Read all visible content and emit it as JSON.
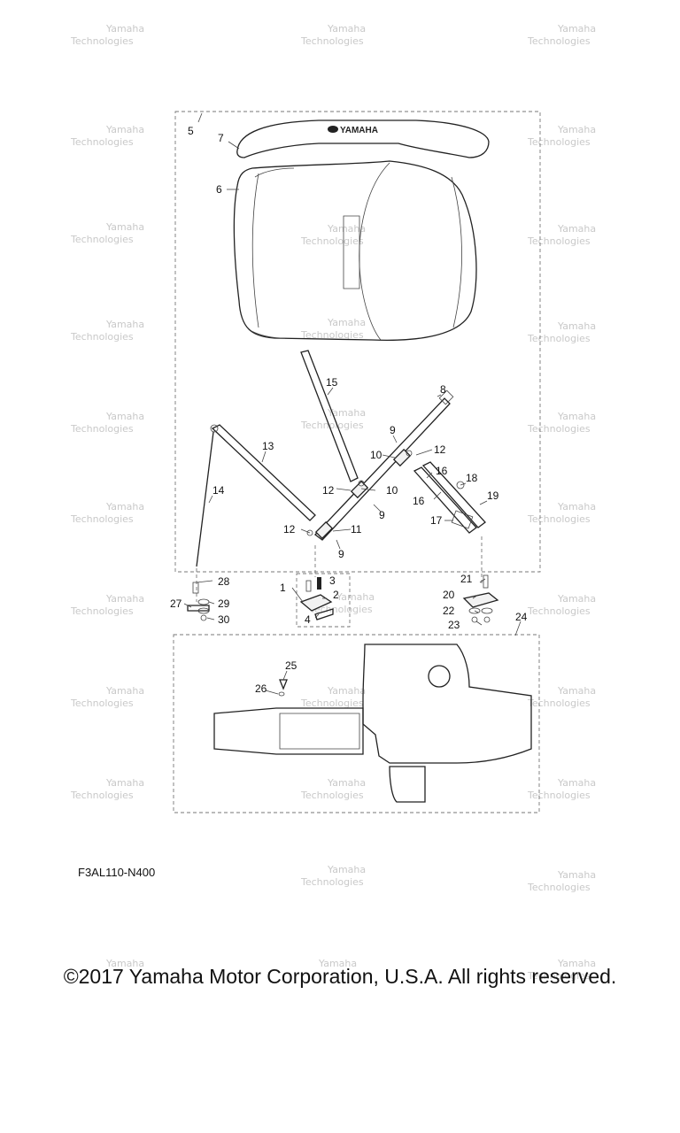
{
  "brand_logo_text": "YAMAHA",
  "watermark": {
    "line1": "Yamaha",
    "line2": "Technologies"
  },
  "model_code": "F3AL110-N400",
  "copyright": "©2017 Yamaha Motor Corporation, U.S.A. All rights reserved.",
  "callouts": {
    "c1": "1",
    "c2": "2",
    "c3": "3",
    "c4": "4",
    "c5": "5",
    "c6": "6",
    "c7": "7",
    "c8": "8",
    "c9a": "9",
    "c9b": "9",
    "c9c": "9",
    "c10a": "10",
    "c10b": "10",
    "c11": "11",
    "c12a": "12",
    "c12b": "12",
    "c12c": "12",
    "c13": "13",
    "c14": "14",
    "c15": "15",
    "c16a": "16",
    "c16b": "16",
    "c17": "17",
    "c18": "18",
    "c19": "19",
    "c20": "20",
    "c21": "21",
    "c22": "22",
    "c23": "23",
    "c24": "24",
    "c25": "25",
    "c26": "26",
    "c27": "27",
    "c28": "28",
    "c29": "29",
    "c30": "30"
  }
}
